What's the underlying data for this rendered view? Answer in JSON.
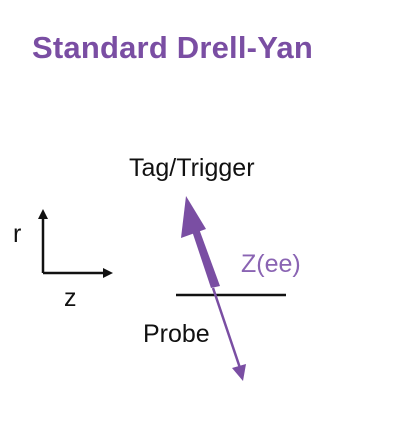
{
  "title": "Standard Drell-Yan",
  "labels": {
    "tag": "Tag/Trigger",
    "probe": "Probe",
    "zee": "Z(ee)",
    "axis_r": "r",
    "axis_z": "z"
  },
  "colors": {
    "accent": "#7a4ea3",
    "text": "#111111"
  }
}
